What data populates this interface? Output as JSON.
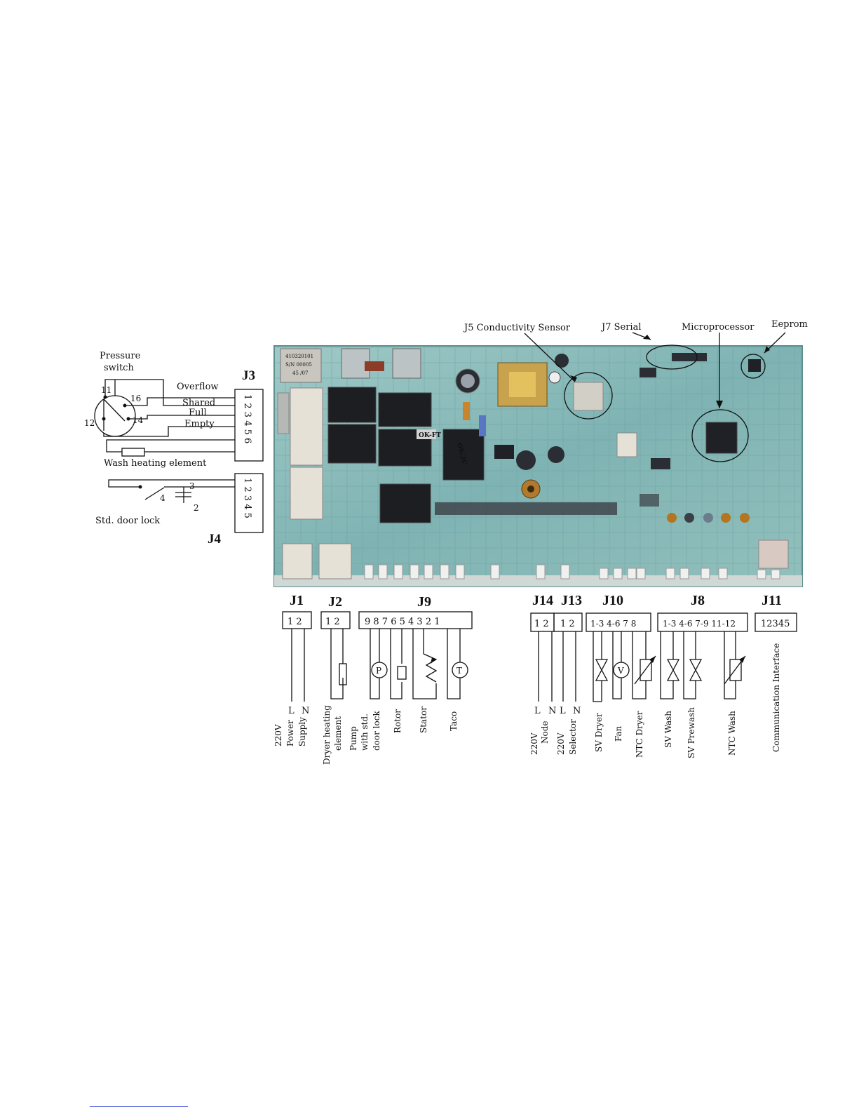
{
  "callouts": {
    "j5": "J5 Conductivity Sensor",
    "j7": "J7 Serial",
    "micro": "Microprocessor",
    "eeprom": "Eeprom"
  },
  "pressure_switch": {
    "title_line1": "Pressure",
    "title_line2": "switch",
    "pins": [
      "11",
      "16",
      "12",
      "14"
    ],
    "overflow": "Overflow",
    "shared": "Shared",
    "full": "Full",
    "empty": "Empty",
    "wash_heating": "Wash heating element"
  },
  "door_lock": {
    "label": "Std. door lock",
    "pins": [
      "3",
      "4",
      "2"
    ]
  },
  "connectors": {
    "j3": {
      "title": "J3",
      "pins": "1 2 3 4 5 6"
    },
    "j4": {
      "title": "J4",
      "pins": "1 2 3 4 5"
    },
    "j1": {
      "title": "J1",
      "pins": "1 2",
      "wires": [
        "L",
        "N"
      ],
      "labels": [
        "220V",
        "Power",
        "Supply"
      ]
    },
    "j2": {
      "title": "J2",
      "pins": "1 2",
      "labels": [
        "Dryer heating",
        "element"
      ]
    },
    "j9": {
      "title": "J9",
      "pins": "9 8 7 6 5 4 3 2 1",
      "symbols": [
        "P",
        "T"
      ],
      "labels": [
        "Pump",
        "with std.",
        "door lock",
        "Rotor",
        "Stator",
        "Taco"
      ]
    },
    "j14": {
      "title": "J14",
      "pins": "1 2",
      "wires": [
        "L",
        "N"
      ],
      "labels": [
        "220V",
        "Node"
      ]
    },
    "j13": {
      "title": "J13",
      "pins": "1 2",
      "wires": [
        "L",
        "N"
      ],
      "labels": [
        "220V",
        "Selector"
      ]
    },
    "j10": {
      "title": "J10",
      "pins": "1-3 4-6 7 8",
      "symbols": [
        "V"
      ],
      "labels": [
        "SV Dryer",
        "Fan",
        "NTC Dryer"
      ]
    },
    "j8": {
      "title": "J8",
      "pins": "1-3 4-6 7-9 11-12",
      "labels": [
        "SV Wash",
        "SV Prewash",
        "NTC Wash"
      ]
    },
    "j11": {
      "title": "J11",
      "pins": "12345",
      "labels": [
        "Communication Interface"
      ]
    }
  },
  "board_chips": {
    "relay1": "OK-FT",
    "relay2": "OK-2C",
    "sticker_line1": "410320101",
    "sticker_line2": "S/N 00005",
    "sticker_line3": "45 /07"
  }
}
